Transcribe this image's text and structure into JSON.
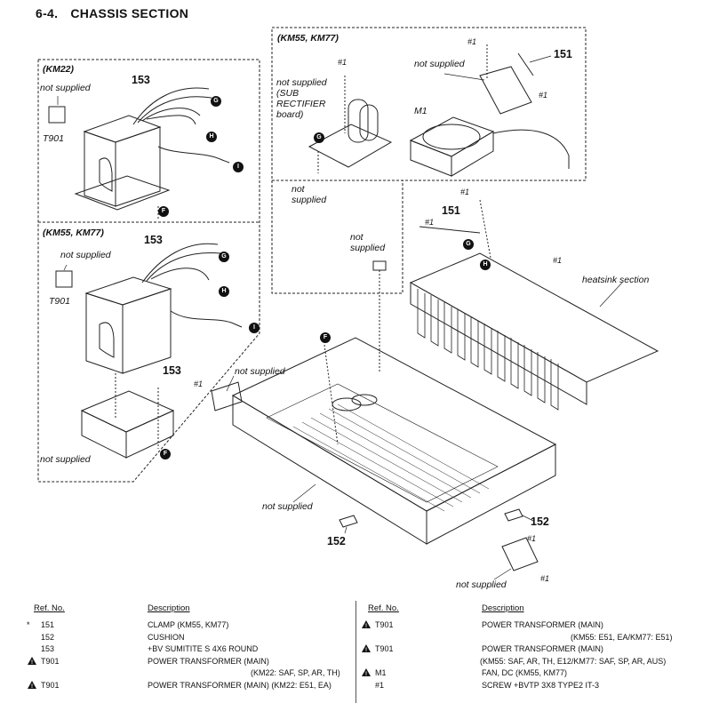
{
  "title": {
    "number": "6-4.",
    "text": "CHASSIS  SECTION"
  },
  "groups": {
    "km22": "(KM22)",
    "km55_77_left": "(KM55, KM77)",
    "km55_77_top": "(KM55, KM77)"
  },
  "labels": {
    "not_supplied": "not supplied",
    "sub_rectifier": "not supplied\n(SUB\nRECTIFIER\nboard)",
    "heatsink": "heatsink section",
    "t901": "T901",
    "m1": "M1"
  },
  "parts": {
    "p151": "151",
    "p152": "152",
    "p153": "153",
    "screw": "#1"
  },
  "connectors": [
    "G",
    "H",
    "I",
    "F"
  ],
  "table": {
    "headers": {
      "ref": "Ref. No.",
      "desc": "Description"
    },
    "left": [
      {
        "mark": "*",
        "ref": "151",
        "desc": "CLAMP (KM55, KM77)"
      },
      {
        "mark": "",
        "ref": "152",
        "desc": "CUSHION"
      },
      {
        "mark": "",
        "ref": "153",
        "desc": "+BV SUMITITE S 4X6 ROUND"
      },
      {
        "mark": "warn",
        "ref": "T901",
        "desc": "POWER TRANSFORMER (MAIN)"
      },
      {
        "mark": "",
        "ref": "",
        "desc": "(KM22: SAF, SP, AR, TH)"
      },
      {
        "mark": "warn",
        "ref": "T901",
        "desc": "POWER TRANSFORMER (MAIN) (KM22: E51, EA)"
      }
    ],
    "right": [
      {
        "mark": "warn",
        "ref": "T901",
        "desc": "POWER TRANSFORMER (MAIN)"
      },
      {
        "mark": "",
        "ref": "",
        "desc": "(KM55: E51, EA/KM77: E51)"
      },
      {
        "mark": "warn",
        "ref": "T901",
        "desc": "POWER TRANSFORMER (MAIN)"
      },
      {
        "mark": "",
        "ref": "",
        "desc": "(KM55: SAF, AR, TH, E12/KM77: SAF, SP, AR, AUS)"
      },
      {
        "mark": "warn",
        "ref": "M1",
        "desc": "FAN, DC (KM55, KM77)"
      },
      {
        "mark": "",
        "ref": "#1",
        "desc": "SCREW +BVTP 3X8 TYPE2 IT-3"
      }
    ]
  }
}
